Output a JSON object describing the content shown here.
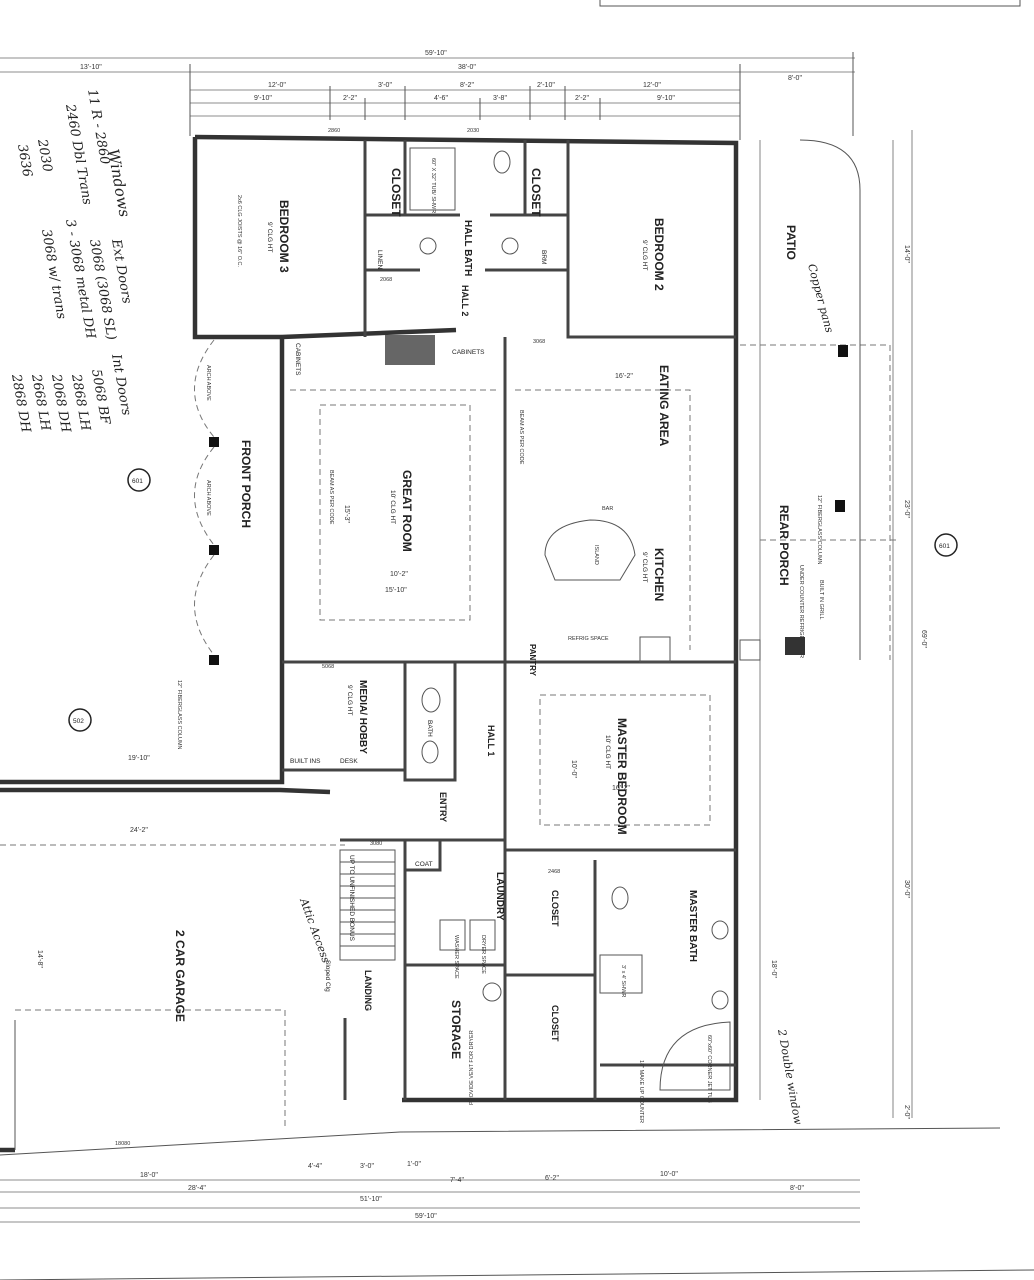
{
  "rooms": {
    "bedroom3": "BEDROOM 3",
    "bedroom3_clg": "9' CLG HT",
    "bedroom2": "BEDROOM 2",
    "bedroom2_clg": "9' CLG HT",
    "closet1": "CLOSET",
    "closet2": "CLOSET",
    "hall_bath": "HALL BATH",
    "hall2": "HALL 2",
    "linen": "LINEN",
    "brm": "BRM",
    "patio": "PATIO",
    "front_porch": "FRONT PORCH",
    "great_room": "GREAT ROOM",
    "great_room_clg": "10' CLG HT",
    "eating_area": "EATING AREA",
    "kitchen": "KITCHEN",
    "kitchen_clg": "9' CLG HT",
    "rear_porch": "REAR PORCH",
    "pantry": "PANTRY",
    "media_hobby": "MEDIA/ HOBBY",
    "media_clg": "9' CLG HT",
    "bath": "BATH",
    "hall1": "HALL 1",
    "master_bedroom": "MASTER BEDROOM",
    "master_clg": "10' CLG HT",
    "entry": "ENTRY",
    "coat": "COAT",
    "laundry": "LAUNDRY",
    "closet3": "CLOSET",
    "closet4": "CLOSET",
    "master_bath": "MASTER BATH",
    "garage": "2 CAR GARAGE",
    "storage": "STORAGE",
    "landing": "LANDING",
    "up_unfinished": "UP TO UNFINISHED BONUS",
    "cabinets_l": "CABINETS",
    "cabinets_r": "CABINETS",
    "built_ins": "BUILT INS",
    "desk": "DESK"
  },
  "notes": {
    "clg_joists": "2x6 CLG JOISTS @ 16\" O.C.",
    "beam_as_per_code": "BEAM AS PER CODE",
    "arch_above": "ARCH ABOVE",
    "fiberglass_col": "12\" FIBERGLASS COLUMN",
    "under_counter": "UNDER COUNTER REFRIGERATOR",
    "built_in_grill": "BUILT IN GRILL",
    "provide_vent": "PROVIDE VENT FOR DRYER",
    "sloped_clg": "Sloped Clg",
    "washer": "WASHER SPACE",
    "dryer": "DRYER SPACE",
    "corner_tub": "60\"x60\" CORNER JET TUB",
    "make_up": "18\" MAKE UP COUNTER",
    "shwr": "3' x 4' SHWR",
    "tub_shwr": "60\" X 32\" TUB/ SHWR",
    "refrig": "REFRIG SPACE",
    "bar": "BAR",
    "island": "ISLAND"
  },
  "dims": {
    "top_total": "59'-10\"",
    "top_left": "13'-10\"",
    "top_mid": "38'-0\"",
    "top_right": "8'-0\"",
    "top_a": "12'-0\"",
    "top_b": "3'-0\"",
    "top_c": "8'-2\"",
    "top_d": "2'-10\"",
    "top_e": "12'-0\"",
    "top_f": "9'-10\"",
    "top_g": "2'-2\"",
    "top_h": "4'-6\"",
    "top_i": "3'-8\"",
    "top_j": "2'-2\"",
    "top_k": "9'-10\"",
    "right_a": "14'-0\"",
    "right_b": "23'-0\"",
    "right_c": "69'-0\"",
    "right_d": "30'-0\"",
    "right_e": "18'-0\"",
    "right_f": "2'-0\"",
    "great_w": "15'-10\"",
    "great_h": "15'-3\"",
    "great_b": "10'-2\"",
    "eating_w": "16'-2\"",
    "master_w": "16'-2\"",
    "master_h": "10'-0\"",
    "garage_w": "24'-2\"",
    "garage_h": "14'-8\"",
    "garage_l": "19'-10\"",
    "bot_total": "59'-10\"",
    "bot_a": "51'-10\"",
    "bot_b": "28'-4\"",
    "bot_c": "18'-0\"",
    "bot_d": "4'-4\"",
    "bot_e": "3'-0\"",
    "bot_f": "1'-0\"",
    "bot_g": "7'-4\"",
    "bot_h": "6'-2\"",
    "bot_i": "10'-0\"",
    "bot_j": "8'-0\"",
    "door_2860": "2860",
    "door_2030": "2030",
    "door_3068": "3068",
    "door_5068": "5068",
    "door_2068": "2068",
    "door_18080": "18080",
    "door_2468": "2468",
    "door_3080": "3080"
  },
  "tags": {
    "section_601": "601",
    "section_502": "502",
    "section_601b": "601"
  },
  "handwritten": {
    "windows": "Windows",
    "w1": "11 R - 2860",
    "w2": "2460 Dbl Trans",
    "w3": "2030",
    "w4": "3636",
    "ext_doors": "Ext Doors",
    "ed1": "3068 (3068 SL)",
    "ed2": "3 - 3068 metal DH",
    "ed3": "3068 w/ trans",
    "int_doors": "Int Doors",
    "id1": "5068 BF",
    "id2": "2868 LH",
    "id3": "2068 DH",
    "id4": "2668 LH",
    "id5": "2868 DH",
    "attic_access": "Attic Access",
    "copper_pans": "Copper pans",
    "double_window": "2 Double window"
  }
}
